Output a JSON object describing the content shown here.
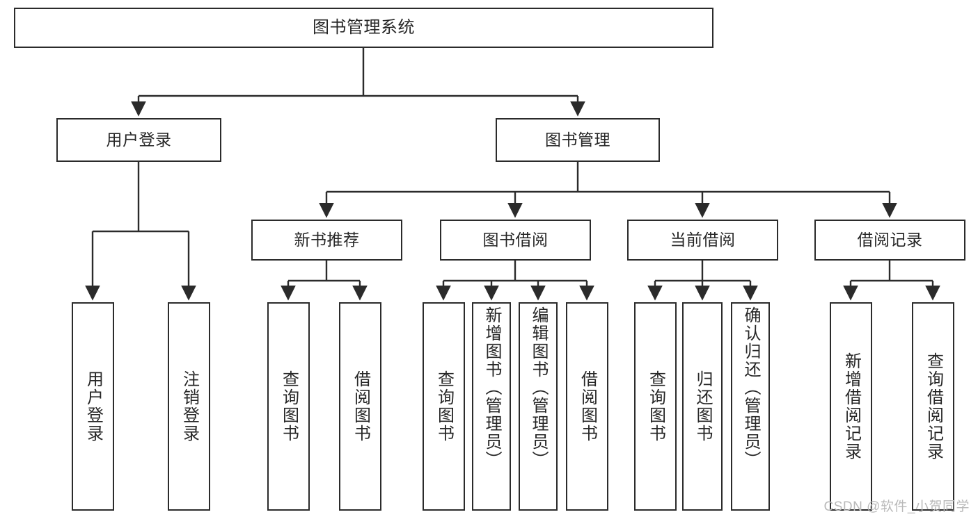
{
  "diagram": {
    "title": "图书管理系统",
    "type": "tree",
    "stroke_color": "#2b2b2b",
    "text_color": "#262626",
    "background_color": "#ffffff",
    "watermark": "CSDN @软件_小贺同学",
    "nodes": {
      "root": {
        "label": "图书管理系统"
      },
      "level2": [
        {
          "id": "user-login",
          "label": "用户登录"
        },
        {
          "id": "book-manage",
          "label": "图书管理"
        }
      ],
      "level3": [
        {
          "id": "new-book-rec",
          "label": "新书推荐"
        },
        {
          "id": "book-borrow",
          "label": "图书借阅"
        },
        {
          "id": "current-borrow",
          "label": "当前借阅"
        },
        {
          "id": "borrow-record",
          "label": "借阅记录"
        }
      ],
      "leaves": {
        "user_login": [
          {
            "id": "leaf-user-login",
            "label": "用户登录"
          },
          {
            "id": "leaf-user-logout",
            "label": "注销登录"
          }
        ],
        "new_book_rec": [
          {
            "id": "leaf-query-book-1",
            "label": "查询图书"
          },
          {
            "id": "leaf-borrow-book-1",
            "label": "借阅图书"
          }
        ],
        "book_borrow": [
          {
            "id": "leaf-query-book-2",
            "label": "查询图书"
          },
          {
            "id": "leaf-add-book",
            "label": "新增图书（管理员）"
          },
          {
            "id": "leaf-edit-book",
            "label": "编辑图书（管理员）"
          },
          {
            "id": "leaf-borrow-book-2",
            "label": "借阅图书"
          }
        ],
        "current_borrow": [
          {
            "id": "leaf-query-book-3",
            "label": "查询图书"
          },
          {
            "id": "leaf-return-book",
            "label": "归还图书"
          },
          {
            "id": "leaf-confirm-return",
            "label": "确认归还（管理员）"
          }
        ],
        "borrow_record": [
          {
            "id": "leaf-add-record",
            "label": "新增借阅记录"
          },
          {
            "id": "leaf-query-record",
            "label": "查询借阅记录"
          }
        ]
      }
    }
  }
}
